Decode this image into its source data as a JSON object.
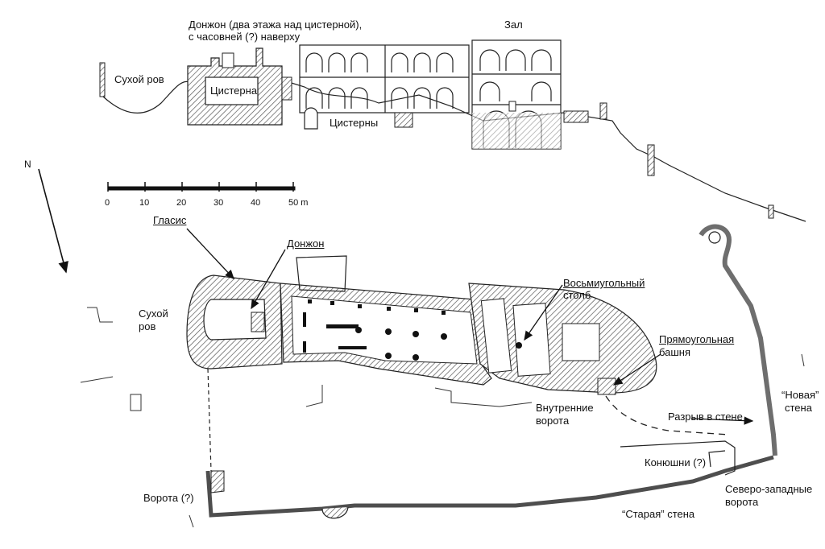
{
  "section": {
    "donjon_title": "Донжон (два этажа над цистерной),",
    "donjon_title2": "с часовней (?) наверху",
    "hall": "Зал",
    "dry_moat": "Сухой ров",
    "cistern": "Цистерна",
    "cisterns": "Цистерны"
  },
  "compass": {
    "north": "N"
  },
  "scale": {
    "ticks": [
      "0",
      "10",
      "20",
      "30",
      "40",
      "50 m"
    ]
  },
  "plan": {
    "glacis": "Гласис",
    "donjon": "Донжон",
    "dry_moat_1": "Сухой",
    "dry_moat_2": "ров",
    "octagonal_1": "Восьмиугольный",
    "octagonal_2": "столб",
    "rect_tower_1": "Прямоугольная",
    "rect_tower_2": "башня",
    "inner_gate_1": "Внутренние",
    "inner_gate_2": "ворота",
    "wall_breach": "Разрыв в стене",
    "new_wall_1": "“Новая”",
    "new_wall_2": "стена",
    "stables": "Конюшни (?)",
    "gate": "Ворота (?)",
    "nw_gate_1": "Северо-западные",
    "nw_gate_2": "ворота",
    "old_wall": "“Старая” стена"
  }
}
